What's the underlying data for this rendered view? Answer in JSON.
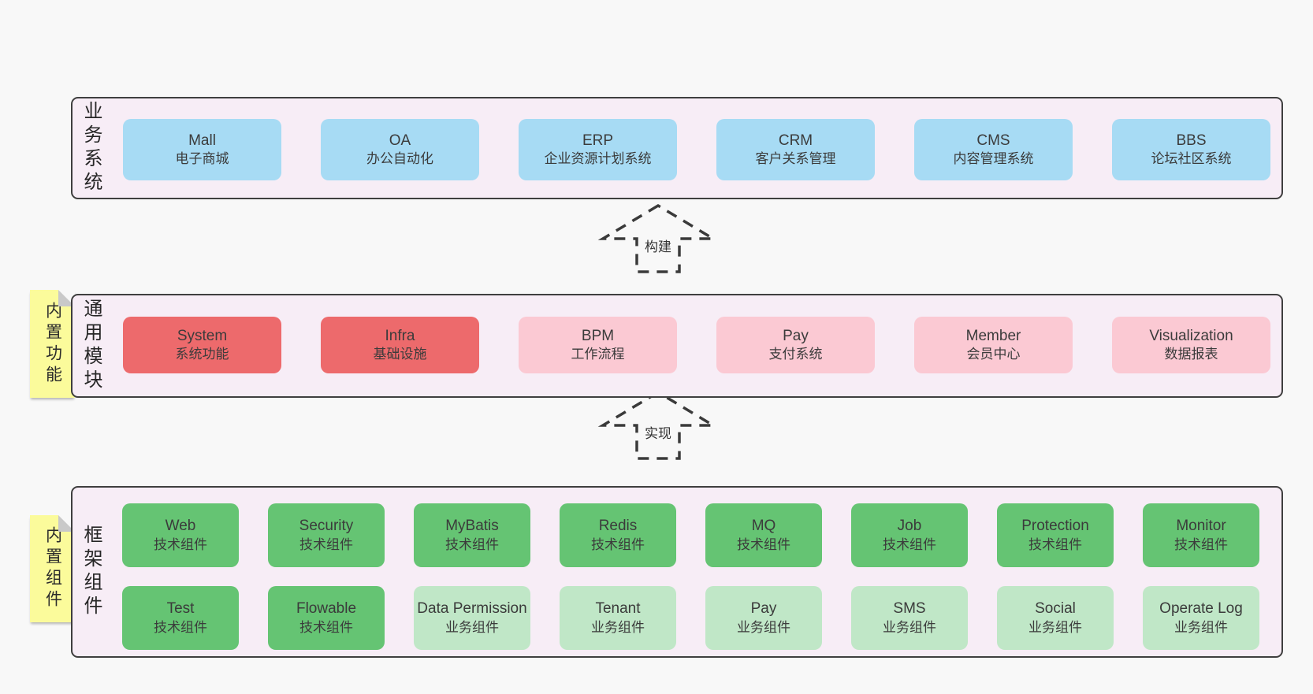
{
  "colors": {
    "page_bg": "#f8f8f8",
    "panel_bg": "#f7edf6",
    "panel_border": "#3f3f3f",
    "box_blue": "#a7dbf4",
    "box_red": "#ed6a6c",
    "box_pink": "#fbc9d3",
    "box_green": "#65c473",
    "box_light_green": "#c0e7c7",
    "note_yellow": "#fbfb9b"
  },
  "arrows": {
    "build": "构建",
    "implement": "实现"
  },
  "notes": {
    "functions": "内置功能",
    "components": "内置组件"
  },
  "panels": {
    "business": {
      "label": "业务系统",
      "boxes": [
        {
          "name": "Mall",
          "desc": "电子商城"
        },
        {
          "name": "OA",
          "desc": "办公自动化"
        },
        {
          "name": "ERP",
          "desc": "企业资源计划系统"
        },
        {
          "name": "CRM",
          "desc": "客户关系管理"
        },
        {
          "name": "CMS",
          "desc": "内容管理系统"
        },
        {
          "name": "BBS",
          "desc": "论坛社区系统"
        }
      ]
    },
    "modules": {
      "label": "通用模块",
      "boxes": [
        {
          "name": "System",
          "desc": "系统功能"
        },
        {
          "name": "Infra",
          "desc": "基础设施"
        },
        {
          "name": "BPM",
          "desc": "工作流程"
        },
        {
          "name": "Pay",
          "desc": "支付系统"
        },
        {
          "name": "Member",
          "desc": "会员中心"
        },
        {
          "name": "Visualization",
          "desc": "数据报表"
        }
      ]
    },
    "framework": {
      "label": "框架组件",
      "row1": [
        {
          "name": "Web",
          "desc": "技术组件"
        },
        {
          "name": "Security",
          "desc": "技术组件"
        },
        {
          "name": "MyBatis",
          "desc": "技术组件"
        },
        {
          "name": "Redis",
          "desc": "技术组件"
        },
        {
          "name": "MQ",
          "desc": "技术组件"
        },
        {
          "name": "Job",
          "desc": "技术组件"
        },
        {
          "name": "Protection",
          "desc": "技术组件"
        },
        {
          "name": "Monitor",
          "desc": "技术组件"
        }
      ],
      "row2": [
        {
          "name": "Test",
          "desc": "技术组件"
        },
        {
          "name": "Flowable",
          "desc": "技术组件"
        },
        {
          "name": "Data Permission",
          "desc": "业务组件"
        },
        {
          "name": "Tenant",
          "desc": "业务组件"
        },
        {
          "name": "Pay",
          "desc": "业务组件"
        },
        {
          "name": "SMS",
          "desc": "业务组件"
        },
        {
          "name": "Social",
          "desc": "业务组件"
        },
        {
          "name": "Operate Log",
          "desc": "业务组件"
        }
      ]
    }
  }
}
